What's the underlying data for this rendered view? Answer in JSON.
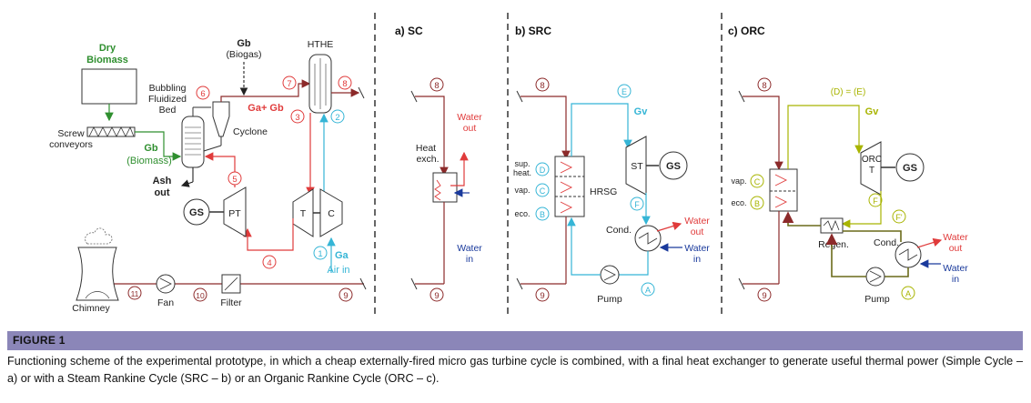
{
  "colors": {
    "red": "#e03b3b",
    "darkred": "#8c2a2a",
    "blue": "#1a3a9c",
    "cyan": "#35b5d6",
    "green": "#2f8f2f",
    "olive": "#a8b400",
    "darkolive": "#6a6a1a",
    "caption_bar": "#8b86b8"
  },
  "main": {
    "dry_biomass": [
      "Dry",
      "Biomass"
    ],
    "gb": "Gb",
    "biogas": "(Biogas)",
    "htme": "HTHE",
    "bfb": [
      "Bubbling",
      "Fluidized",
      "Bed"
    ],
    "ga_gb": "Ga+ Gb",
    "cyclone": "Cyclone",
    "screw": [
      "Screw",
      "conveyors"
    ],
    "gb_biomass": [
      "Gb",
      "(Biomass)"
    ],
    "ash": [
      "Ash",
      "out"
    ],
    "gs": "GS",
    "pt": "PT",
    "t": "T",
    "c": "C",
    "ga": "Ga",
    "air_in": "Air in",
    "chimney": "Chimney",
    "fan": "Fan",
    "filter": "Filter",
    "nodes": {
      "n1": "1",
      "n2": "2",
      "n3": "3",
      "n4": "4",
      "n5": "5",
      "n6": "6",
      "n7": "7",
      "n8": "8",
      "n9": "9",
      "n10": "10",
      "n11": "11"
    }
  },
  "sc": {
    "title": "a) SC",
    "n8": "8",
    "n9": "9",
    "heat_exch": [
      "Heat",
      "exch."
    ],
    "water_out": [
      "Water",
      "out"
    ],
    "water_in": [
      "Water",
      "in"
    ]
  },
  "src": {
    "title": "b) SRC",
    "n8": "8",
    "n9": "9",
    "E": "E",
    "Gv": "Gv",
    "st": "ST",
    "gs": "GS",
    "sup_heat": [
      "sup.",
      "heat."
    ],
    "vap": "vap.",
    "eco": "eco.",
    "D": "D",
    "C": "C",
    "B": "B",
    "F": "F",
    "A": "A",
    "hrsg": "HRSG",
    "cond": "Cond.",
    "water_out": [
      "Water",
      "out"
    ],
    "water_in": [
      "Water",
      "in"
    ],
    "pump": "Pump"
  },
  "orc": {
    "title": "c) ORC",
    "n8": "8",
    "n9": "9",
    "de": "(D) = (E)",
    "Gv": "Gv",
    "orc_t": [
      "ORC",
      "T"
    ],
    "gs": "GS",
    "vap": "vap.",
    "eco": "eco.",
    "C": "C",
    "B": "B",
    "F": "F",
    "Fp": "F'",
    "A": "A",
    "regen": "Regen.",
    "cond": "Cond.",
    "water_out": [
      "Water",
      "out"
    ],
    "water_in": [
      "Water",
      "in"
    ],
    "pump": "Pump"
  },
  "figure_label": "FIGURE 1",
  "caption": "Functioning scheme of the experimental prototype, in which a cheap externally-fired micro gas turbine cycle is combined, with a final heat exchanger to generate useful thermal power (Simple Cycle – a) or with a Steam Rankine Cycle (SRC – b) or an Organic Rankine Cycle (ORC – c)."
}
